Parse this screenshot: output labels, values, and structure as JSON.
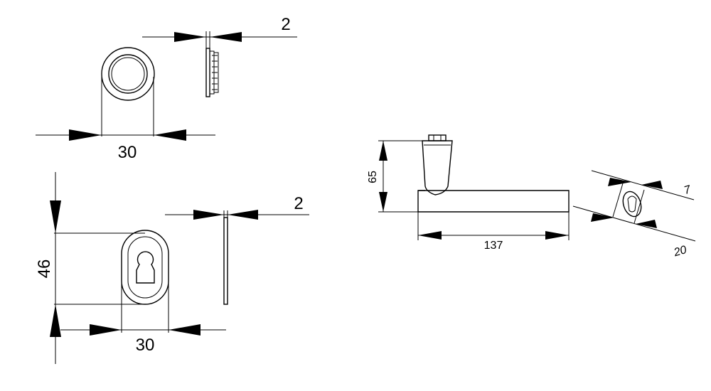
{
  "dimensions": {
    "rose_thickness": "2",
    "rose_diameter": "30",
    "escutcheon_height": "46",
    "escutcheon_thickness": "2",
    "escutcheon_width": "30",
    "handle_height": "65",
    "handle_length": "137",
    "spindle_small": "7",
    "spindle_large": "20"
  }
}
